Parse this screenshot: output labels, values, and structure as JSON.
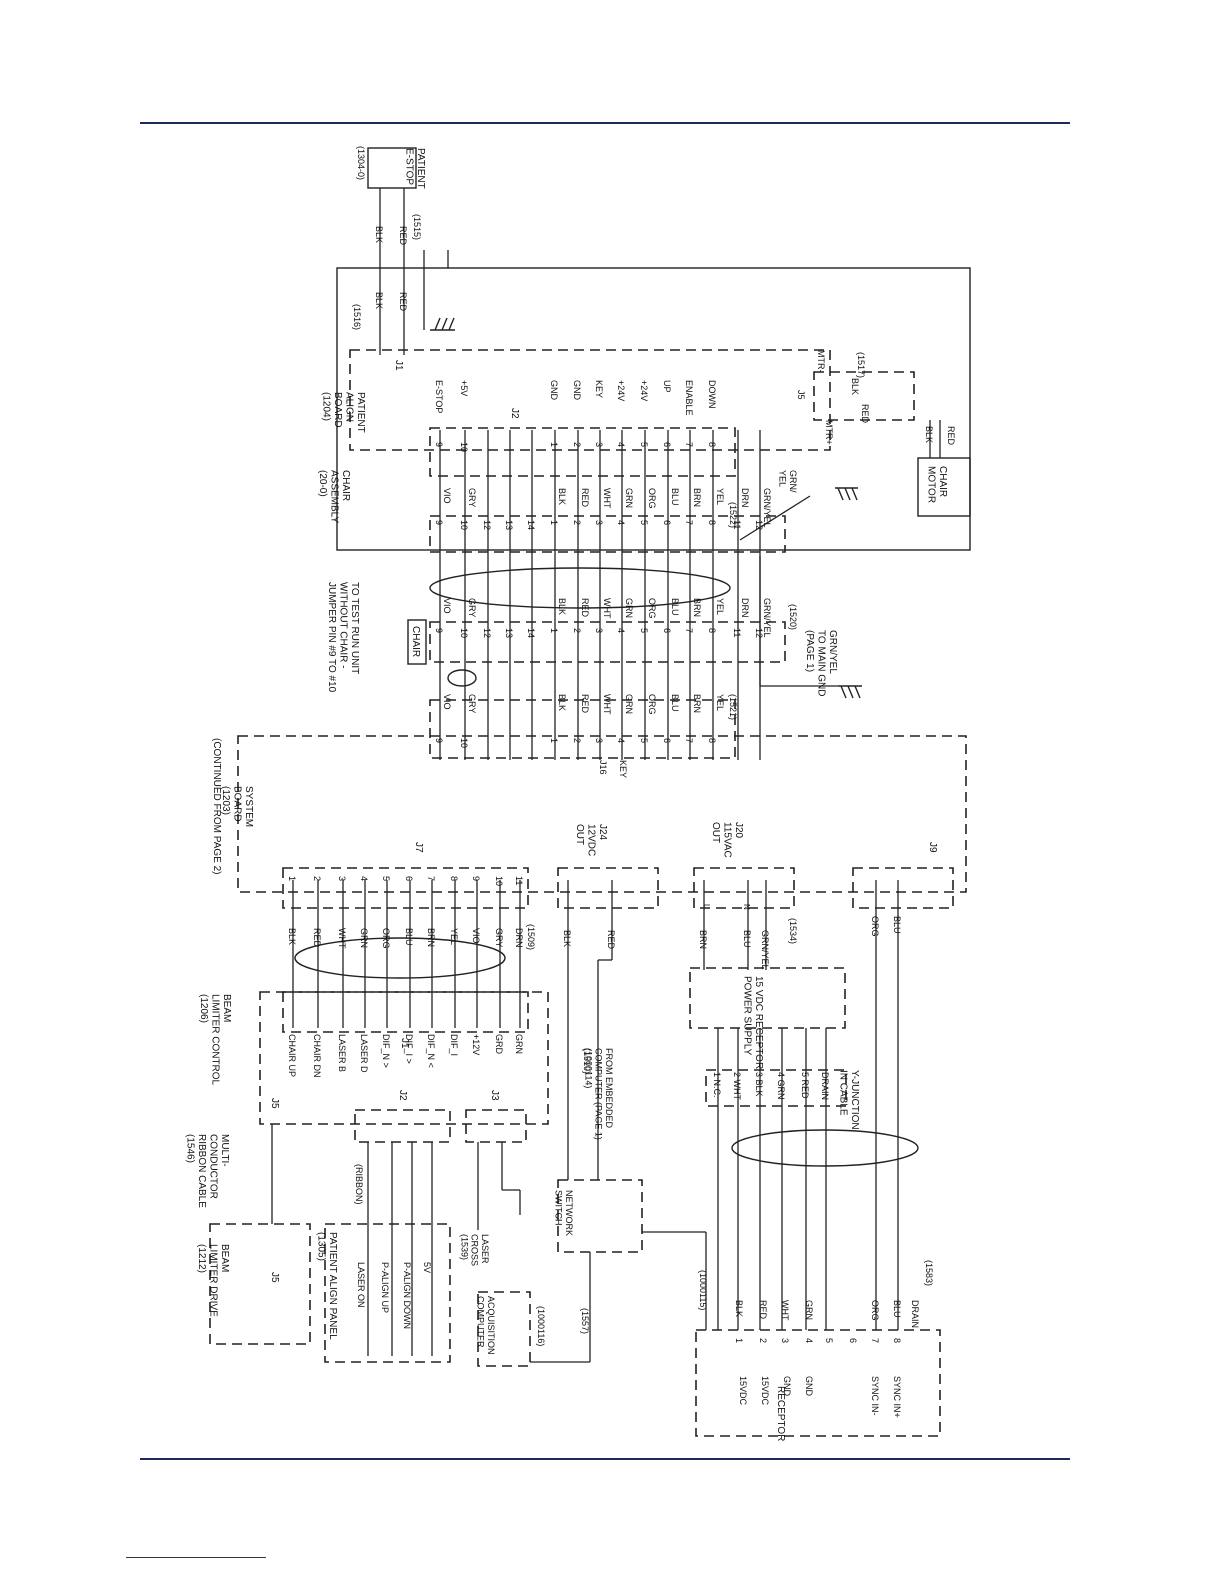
{
  "diagram": {
    "continued_label": "(CONTINUED FROM PAGE 2)",
    "system_board": "SYSTEM\nBOARD\n(1203)",
    "chair_assembly": "CHAIR\nASSEMBLY\n(20-0)",
    "patient_align_board": "PATIENT\nALIGN\nBOARD\n(1204)",
    "patient_estop": "PATIENT\nE-STOP",
    "estop_part": "(1304-0)",
    "chair_motor": "CHAIR\nMOTOR",
    "test_note": "TO TEST RUN UNIT\nWITHOUT CHAIR -\nJUMPER PIN #9 TO #10",
    "chair_tag": "CHAIR",
    "grn_yel_main": "GRN/YEL\nTO MAIN GND\n(PAGE 1)",
    "grn_yel_top": "GRN/\nYEL",
    "beam_limiter_control": "BEAM\nLIMITER CONTROL\n(1206)",
    "beam_limiter_drive": "BEAM\nLIMITER DRIVE\n(1212)",
    "ribbon_cable": "MULTI-\nCONDUCTOR\nRIBBON CABLE\n(1546)",
    "patient_align_panel": "PATIENT ALIGN PANEL\n(1305)",
    "ribbon": "(RIBBON)",
    "laser_cross": "LASER\nCROSS\n(1539)",
    "acquisition_computer": "ACQUISITION\nCOMPUTER",
    "network_switch": "NETWORK\nSWITCH",
    "embedded_computer": "FROM EMBEDDED\nCOMPUTER (PAGE 1)\n(1000114)",
    "power_supply": "15 VDC RECEPTOR\nPOWER SUPPLY",
    "y_junction": "Y-JUNCTION\nIN CABLE",
    "receptor": "RECEPTOR",
    "j24_label": "J24\n12VDC\nOUT",
    "j20_label": "J20\n115VAC\nOUT",
    "cable_ids": {
      "c1515": "(1515)",
      "c1516": "(1516)",
      "c1517": "(1517)",
      "c1522": "(1522)",
      "c1520": "(1520)",
      "c1521": "(1521)",
      "c1509": "(1509)",
      "c1510": "(1510)",
      "c1534": "(1534)",
      "c1583": "(1583)",
      "c1557": "(1557)",
      "c1000115": "(1000115)",
      "c1000116": "(1000116)"
    },
    "j2_signals": [
      "E-STOP",
      "+5V",
      "GND",
      "GND",
      "KEY",
      "+24V",
      "+24V",
      "UP",
      "ENABLE",
      "DOWN"
    ],
    "j2_pins": [
      "9",
      "10",
      "1",
      "2",
      "3",
      "4",
      "5",
      "6",
      "7",
      "8"
    ],
    "chair_wires": [
      "VIO",
      "GRY",
      "",
      "",
      "",
      "BLK",
      "RED",
      "WHT",
      "GRN",
      "ORG",
      "BLU",
      "BRN",
      "YEL",
      "DRN",
      "GRN/YEL"
    ],
    "chair_pins": [
      "9",
      "10",
      "12",
      "13",
      "14",
      "1",
      "2",
      "3",
      "4",
      "5",
      "6",
      "7",
      "8",
      "11",
      "12"
    ],
    "j16_wires": [
      "VIO",
      "GRY",
      "BLK",
      "RED",
      "WHT",
      "GRN",
      "ORG",
      "BLU",
      "BRN",
      "YEL"
    ],
    "j16_pins": [
      "9",
      "10",
      "1",
      "2",
      "3",
      "4",
      "5",
      "6",
      "7",
      "8"
    ],
    "j16_key": "J16",
    "key_label": "KEY",
    "j7_wires": [
      "BLK",
      "RED",
      "WHT",
      "GRN",
      "ORG",
      "BLU",
      "BRN",
      "YEL",
      "VIO",
      "GRY",
      "DRN"
    ],
    "j7_pins": [
      "1",
      "2",
      "3",
      "4",
      "5",
      "6",
      "7",
      "8",
      "9",
      "10",
      "11"
    ],
    "j7_label": "J7",
    "blc_signals": [
      "CHAIR UP",
      "CHAIR DN",
      "LASER B",
      "LASER D",
      "DIF_N >",
      "DIF_I >",
      "DIF_N <",
      "DIF_I",
      "+12V",
      "GRD",
      "GRN"
    ],
    "receptor_wires": [
      "BLK",
      "RED",
      "WHT",
      "GRN",
      "",
      "",
      "ORG",
      "BLU",
      "DRAIN"
    ],
    "receptor_pins": [
      "1",
      "2",
      "3",
      "4",
      "5",
      "6",
      "7",
      "8"
    ],
    "receptor_signals": [
      "15VDC",
      "15VDC",
      "GND",
      "GND",
      "SYNC IN-",
      "SYNC IN+"
    ],
    "ps_pins": [
      "1 N.C.",
      "2 WHT",
      "3 BLK",
      "4 GRN",
      "5 RED",
      "DRAIN"
    ],
    "panel_switches": [
      "LASER ON",
      "P-ALIGN UP",
      "P-ALIGN DOWN",
      "5V"
    ],
    "motor_labels": [
      "MTR+",
      "MTR-",
      "J5",
      "BLK",
      "RED"
    ],
    "estop_wires": [
      "BLK",
      "RED"
    ],
    "j24_wires": [
      "BLK",
      "RED"
    ],
    "j20_wires": [
      "BRN",
      "BLU",
      "GRN/YEL"
    ],
    "j20_pin_names": [
      "L",
      "N"
    ],
    "j9_wires": [
      "ORG",
      "BLU"
    ],
    "j9_label": "J9",
    "j1_label": "J1",
    "j2_label": "J2",
    "j3_label": "J3",
    "j5_label": "J5"
  }
}
